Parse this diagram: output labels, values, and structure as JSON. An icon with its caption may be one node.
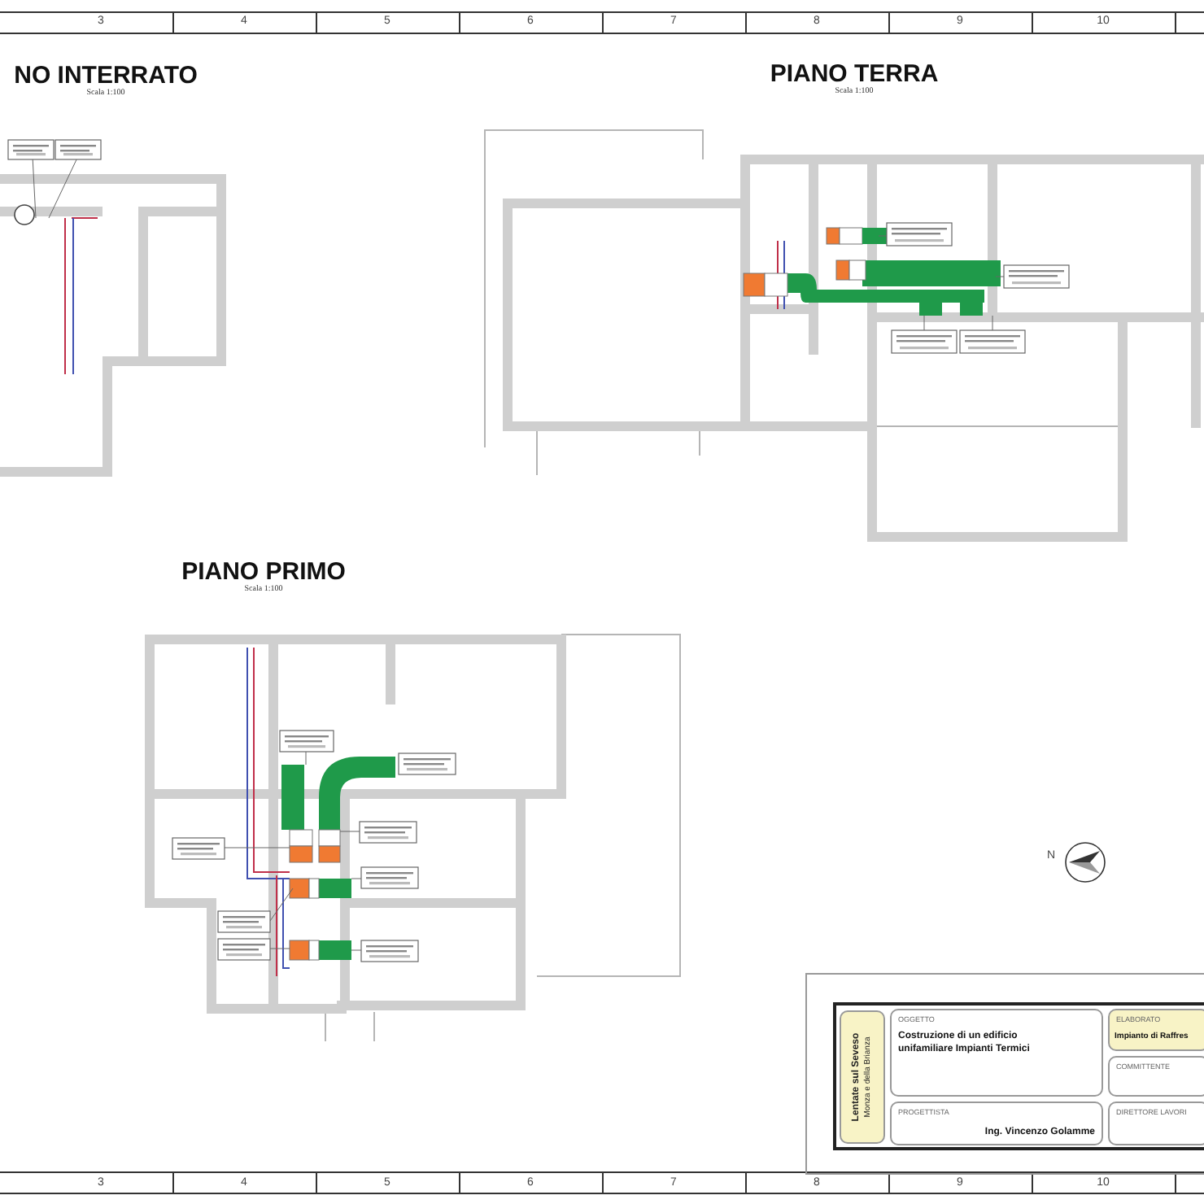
{
  "diagram": {
    "nodes": [
      {
        "text": [
          "NO INTERRATO",
          "Scala 1:100"
        ]
      },
      {
        "text": [
          "PIANO TERRA",
          "Scala 1:100"
        ]
      },
      {
        "text": [
          "PIANO PRIMO",
          "Scala 1:100"
        ]
      },
      {
        "text": [
          "Lentate sul Seveso",
          "Monza e della Brianza"
        ]
      },
      {
        "text": [
          "OGGETTO",
          "Costruzione di un edificio unifamiliare Impianti Termici"
        ]
      },
      {
        "text": [
          "ELABORATO",
          "Impianto di Raffres"
        ]
      },
      {
        "text": [
          "COMMITTENTE"
        ]
      },
      {
        "text": [
          "PROGETTISTA",
          "Ing. Vincenzo Golamme"
        ]
      },
      {
        "text": [
          "DIRETTORE LAVORI"
        ]
      }
    ],
    "labels": [
      "3",
      "4",
      "5",
      "6",
      "7",
      "8",
      "9",
      "10",
      "N",
      "3",
      "4",
      "5",
      "6",
      "7",
      "8",
      "9",
      "10"
    ]
  }
}
